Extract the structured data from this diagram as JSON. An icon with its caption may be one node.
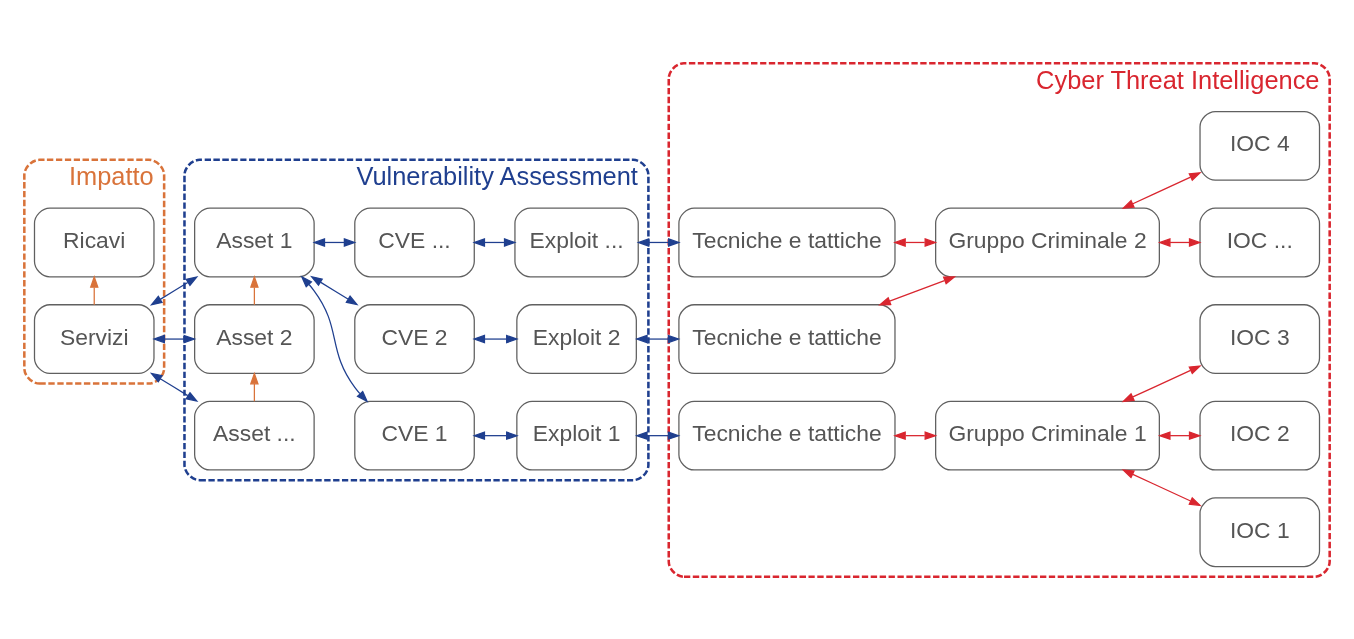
{
  "diagram": {
    "nodes": [
      {
        "text": [
          "Impatto"
        ]
      },
      {
        "text": [
          "Ricavi"
        ],
        "in": 0
      },
      {
        "text": [
          "Servizi"
        ],
        "in": 0
      },
      {
        "text": [
          "Vulnerability Assessment"
        ]
      },
      {
        "text": [
          "Asset 1"
        ],
        "in": 3
      },
      {
        "text": [
          "Asset 2"
        ],
        "in": 3
      },
      {
        "text": [
          "Asset ..."
        ],
        "in": 3
      },
      {
        "text": [
          "CVE 1"
        ],
        "in": 3
      },
      {
        "text": [
          "Exploit 1"
        ],
        "in": 3
      },
      {
        "text": [
          "CVE 2"
        ],
        "in": 3
      },
      {
        "text": [
          "Exploit 2"
        ],
        "in": 3
      },
      {
        "text": [
          "CVE ..."
        ],
        "in": 3
      },
      {
        "text": [
          "Exploit ..."
        ],
        "in": 3
      },
      {
        "text": [
          "Cyber Threat Intelligence"
        ]
      },
      {
        "text": [
          "Tecniche e tattiche"
        ],
        "in": 13
      },
      {
        "text": [
          "Gruppo Criminale 1"
        ],
        "in": 13
      },
      {
        "text": [
          "IOC 1"
        ],
        "in": 13
      },
      {
        "text": [
          "IOC 2"
        ],
        "in": 13
      },
      {
        "text": [
          "IOC 3"
        ],
        "in": 13
      },
      {
        "text": [
          "Tecniche e tattiche"
        ],
        "in": 13
      },
      {
        "text": [
          "Tecniche e tattiche"
        ],
        "in": 13
      },
      {
        "text": [
          "Gruppo Criminale 2"
        ],
        "in": 13
      },
      {
        "text": [
          "IOC 4"
        ],
        "in": 13
      },
      {
        "text": [
          "IOC ..."
        ],
        "in": 13
      }
    ],
    "edges": [
      {
        "from": 2,
        "to": 1,
        "arrow": "to",
        "color": "#d9733a"
      },
      {
        "from": 2,
        "to": 4,
        "arrow": "both",
        "color": "#1f3f8f"
      },
      {
        "from": 2,
        "to": 5,
        "arrow": "both",
        "color": "#1f3f8f"
      },
      {
        "from": 2,
        "to": 6,
        "arrow": "both",
        "color": "#1f3f8f"
      },
      {
        "from": 5,
        "to": 4,
        "arrow": "to",
        "color": "#d9733a"
      },
      {
        "from": 6,
        "to": 5,
        "arrow": "to",
        "color": "#d9733a"
      },
      {
        "from": 4,
        "to": 7,
        "arrow": "both",
        "color": "#1f3f8f"
      },
      {
        "from": 4,
        "to": 9,
        "arrow": "both",
        "color": "#1f3f8f"
      },
      {
        "from": 4,
        "to": 11,
        "arrow": "both",
        "color": "#1f3f8f"
      },
      {
        "from": 7,
        "to": 8,
        "arrow": "both",
        "color": "#1f3f8f"
      },
      {
        "from": 9,
        "to": 10,
        "arrow": "both",
        "color": "#1f3f8f"
      },
      {
        "from": 11,
        "to": 12,
        "arrow": "both",
        "color": "#1f3f8f"
      },
      {
        "from": 8,
        "to": 14,
        "arrow": "both",
        "color": "#1f3f8f"
      },
      {
        "from": 10,
        "to": 19,
        "arrow": "both",
        "color": "#1f3f8f"
      },
      {
        "from": 12,
        "to": 20,
        "arrow": "both",
        "color": "#1f3f8f"
      },
      {
        "from": 14,
        "to": 15,
        "arrow": "both",
        "color": "#d9262f"
      },
      {
        "from": 15,
        "to": 16,
        "arrow": "both",
        "color": "#d9262f"
      },
      {
        "from": 15,
        "to": 17,
        "arrow": "both",
        "color": "#d9262f"
      },
      {
        "from": 15,
        "to": 18,
        "arrow": "both",
        "color": "#d9262f"
      },
      {
        "from": 19,
        "to": 21,
        "arrow": "both",
        "color": "#d9262f"
      },
      {
        "from": 20,
        "to": 21,
        "arrow": "both",
        "color": "#d9262f"
      },
      {
        "from": 21,
        "to": 22,
        "arrow": "both",
        "color": "#d9262f"
      },
      {
        "from": 21,
        "to": 23,
        "arrow": "both",
        "color": "#d9262f"
      }
    ]
  }
}
